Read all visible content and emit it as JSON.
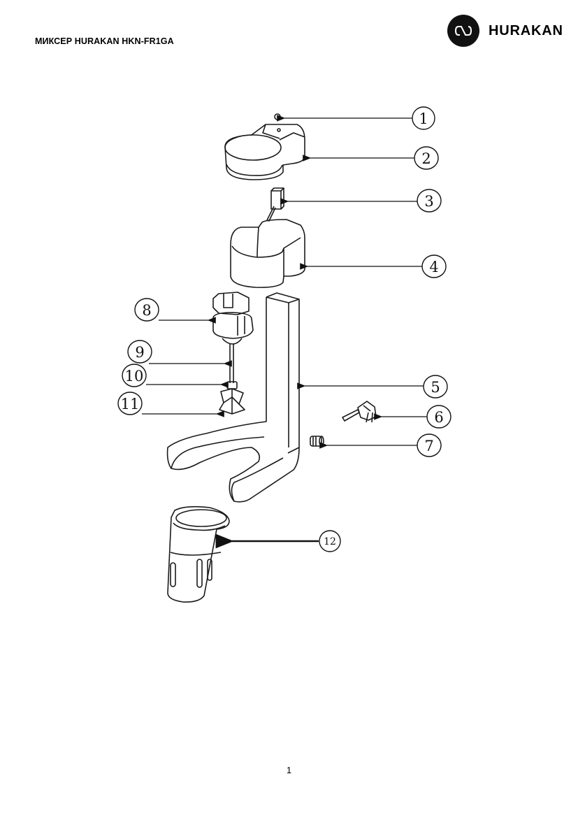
{
  "header": {
    "title": "МИКСЕР HURAKAN HKN-FR1GA",
    "brand": "HURAKAN"
  },
  "diagram": {
    "callouts": [
      {
        "id": "callout-1",
        "label": "1"
      },
      {
        "id": "callout-2",
        "label": "2"
      },
      {
        "id": "callout-3",
        "label": "3"
      },
      {
        "id": "callout-4",
        "label": "4"
      },
      {
        "id": "callout-5",
        "label": "5"
      },
      {
        "id": "callout-6",
        "label": "6"
      },
      {
        "id": "callout-7",
        "label": "7"
      },
      {
        "id": "callout-8",
        "label": "8"
      },
      {
        "id": "callout-9",
        "label": "9"
      },
      {
        "id": "callout-10",
        "label": "10"
      },
      {
        "id": "callout-11",
        "label": "11"
      },
      {
        "id": "callout-12",
        "label": "12"
      }
    ]
  },
  "footer": {
    "page_number": "1"
  },
  "colors": {
    "ink": "#1a1a1a",
    "logo_bg": "#111111"
  }
}
